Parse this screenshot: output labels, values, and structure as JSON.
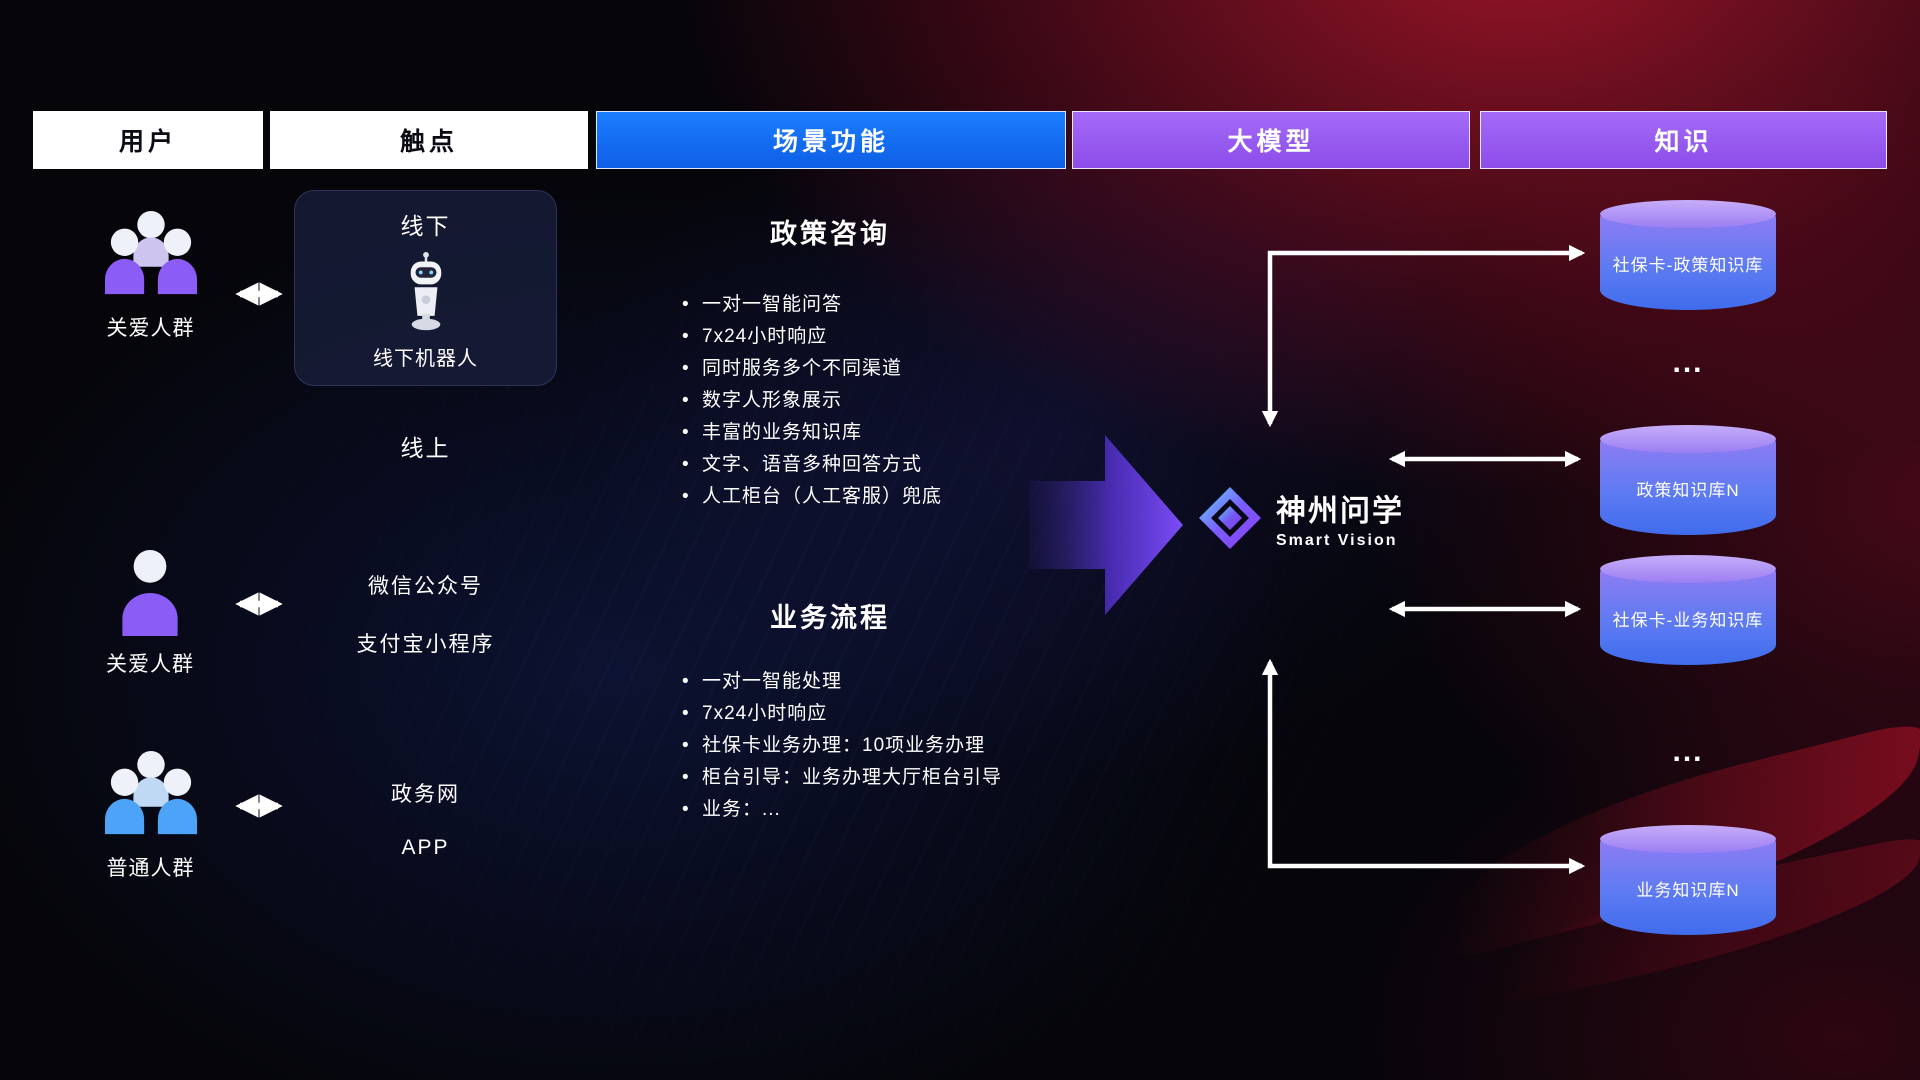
{
  "headers": [
    {
      "label": "用户",
      "style": "white"
    },
    {
      "label": "触点",
      "style": "white"
    },
    {
      "label": "场景功能",
      "style": "blue"
    },
    {
      "label": "大模型",
      "style": "purple"
    },
    {
      "label": "知识",
      "style": "purple"
    }
  ],
  "users": [
    {
      "label": "关爱人群",
      "icon": "group-icon",
      "color": "#8b5cf6"
    },
    {
      "label": "关爱人群",
      "icon": "person-icon",
      "color": "#8b5cf6"
    },
    {
      "label": "普通人群",
      "icon": "group-icon",
      "color": "#4da3f7"
    }
  ],
  "touchpoints": {
    "offline_card": {
      "title": "线下",
      "caption": "线下机器人",
      "icon": "robot-icon"
    },
    "online_label": "线上",
    "channels": [
      "微信公众号",
      "支付宝小程序",
      "政务网",
      "APP"
    ]
  },
  "scene": {
    "policy": {
      "title": "政策咨询",
      "items": [
        "一对一智能问答",
        "7x24小时响应",
        "同时服务多个不同渠道",
        "数字人形象展示",
        "丰富的业务知识库",
        "文字、语音多种回答方式",
        "人工柜台（人工客服）兜底"
      ]
    },
    "business": {
      "title": "业务流程",
      "items": [
        "一对一智能处理",
        "7x24小时响应",
        "社保卡业务办理：10项业务办理",
        "柜台引导：业务办理大厅柜台引导",
        "业务：..."
      ]
    }
  },
  "model": {
    "name": "神州问学",
    "subtitle": "Smart Vision",
    "icon": "diamond-logo-icon"
  },
  "knowledge": {
    "databases": [
      "社保卡-政策知识库",
      "政策知识库N",
      "社保卡-业务知识库",
      "业务知识库N"
    ],
    "ellipsis": "..."
  },
  "colors": {
    "header_blue": "#1472f5",
    "header_purple": "#9b5df2",
    "accent_purple": "#8b5cf6",
    "accent_blue": "#4da3f7",
    "db_top": "#b79cf7",
    "db_body": "#4a77f0",
    "background_red": "#c11830",
    "connector_white": "#ffffff"
  }
}
